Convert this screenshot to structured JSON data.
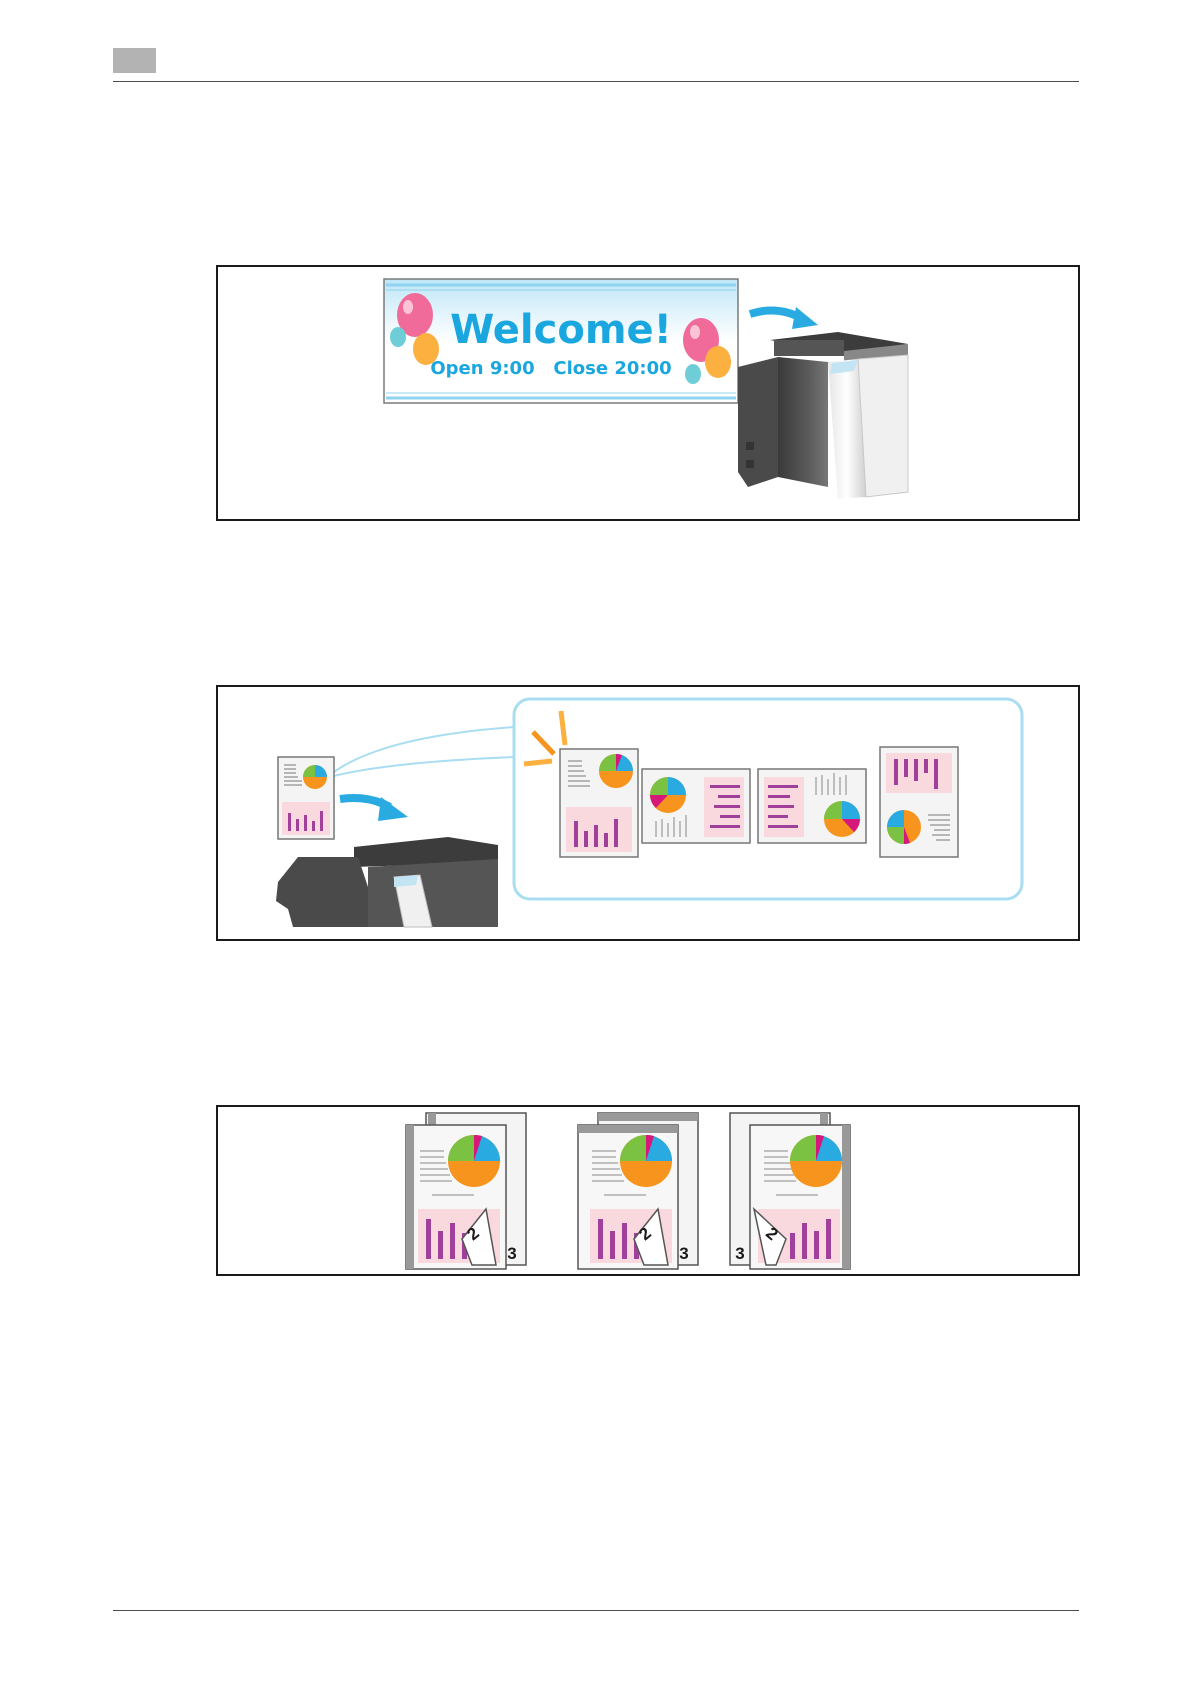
{
  "banner": {
    "title": "Welcome!",
    "hours": "Open 9:00   Close 20:00"
  },
  "booklet": {
    "page_numbers": [
      "2",
      "3"
    ]
  },
  "colors": {
    "accent_blue": "#1aa6de",
    "pie_green": "#7cc242",
    "pie_orange": "#f7941d",
    "pie_blue": "#29abe2",
    "pie_magenta": "#d6187b",
    "bar_purple": "#a0409a",
    "chart_bg_pink": "#f9d9de",
    "device_dark": "#4d4d4d"
  }
}
